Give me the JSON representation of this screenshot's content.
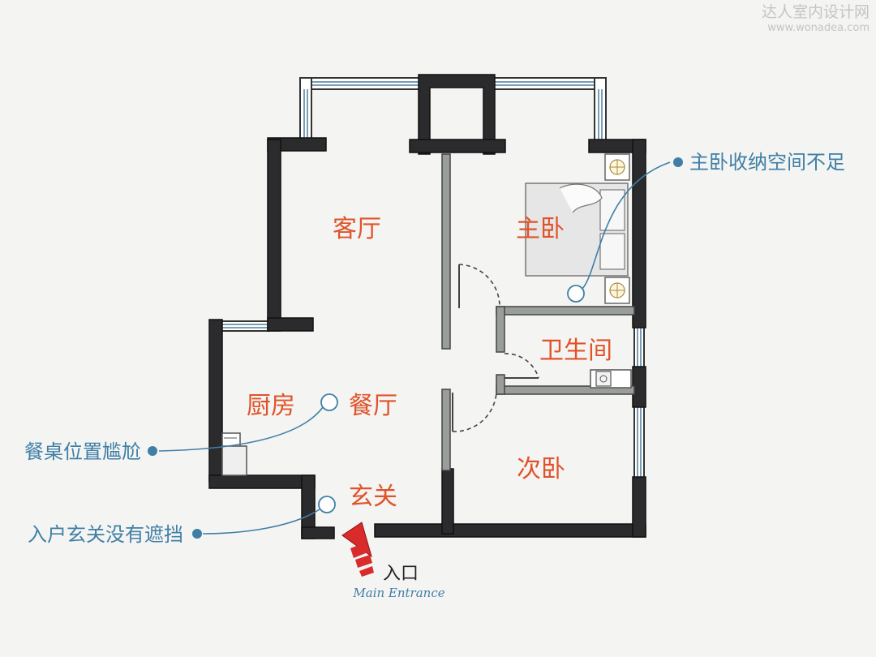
{
  "watermark": {
    "title": "达人室内设计网",
    "url": "www.wonadea.com"
  },
  "rooms": {
    "living_room": "客厅",
    "master_bedroom": "主卧",
    "bathroom": "卫生间",
    "kitchen": "厨房",
    "dining_room": "餐厅",
    "second_bedroom": "次卧",
    "foyer": "玄关"
  },
  "notes": {
    "master_storage": "主卧收纳空间不足",
    "dining_table": "餐桌位置尴尬",
    "foyer_exposed": "入户玄关没有遮挡"
  },
  "entrance": {
    "label": "入口",
    "sublabel": "Main Entrance"
  },
  "colors": {
    "room_label": "#e0532a",
    "annotation": "#3f7fa6",
    "wall": "#2b2b2d",
    "partition": "#9a9e9a",
    "entrance_arrow": "#d92b2b",
    "window_glass": "#4e7f9c"
  }
}
